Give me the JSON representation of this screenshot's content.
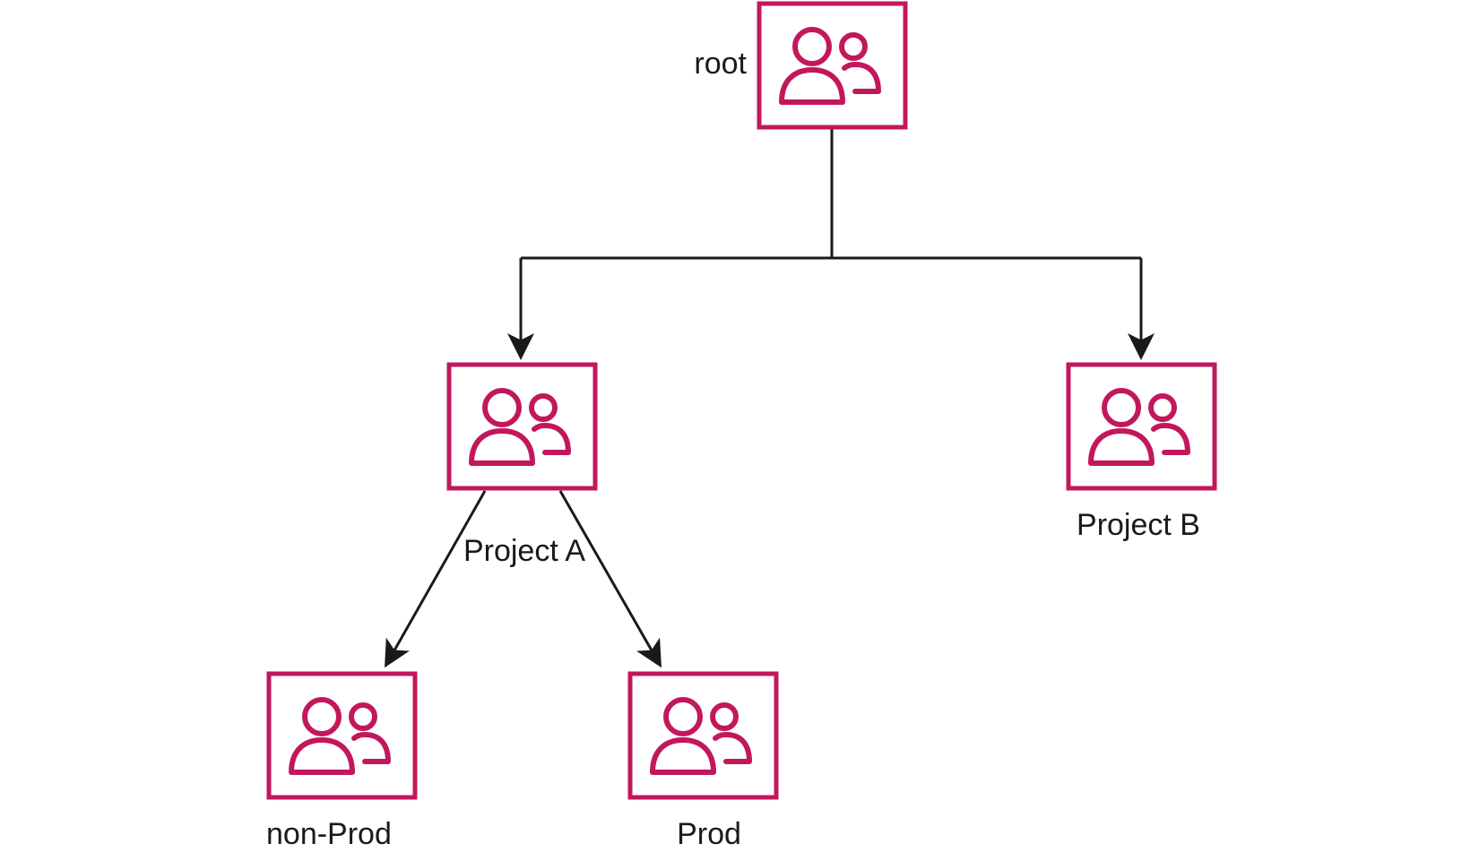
{
  "colors": {
    "accent": "#c2185b",
    "line": "#1a1a1a",
    "background": "#ffffff"
  },
  "nodes": {
    "root": {
      "label": "root",
      "icon": "user-group-icon"
    },
    "project_a": {
      "label": "Project A",
      "icon": "user-group-icon"
    },
    "project_b": {
      "label": "Project B",
      "icon": "user-group-icon"
    },
    "non_prod": {
      "label": "non-Prod",
      "icon": "user-group-icon"
    },
    "prod": {
      "label": "Prod",
      "icon": "user-group-icon"
    }
  },
  "edges": [
    {
      "from": "root",
      "to": "project_a"
    },
    {
      "from": "root",
      "to": "project_b"
    },
    {
      "from": "project_a",
      "to": "non_prod"
    },
    {
      "from": "project_a",
      "to": "prod"
    }
  ]
}
